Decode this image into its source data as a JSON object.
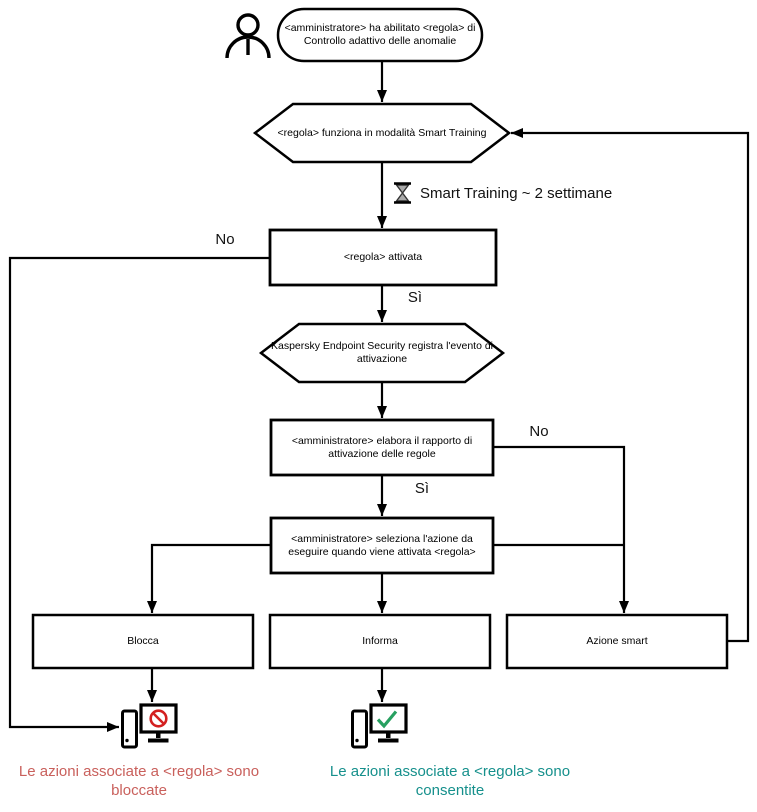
{
  "colors": {
    "line": "#000000",
    "blocked_text": "#c9605c",
    "allowed_text": "#16908c",
    "prohibit": "#d32020",
    "check": "#27a060"
  },
  "nodes": {
    "start": {
      "lines": [
        "<amministratore> ha abilitato <regola> di",
        "Controllo adattivo delle anomalie"
      ]
    },
    "smart_training": {
      "lines": [
        "<regola> funziona in modalità Smart Training"
      ]
    },
    "rule_activated": {
      "lines": [
        "<regola> attivata"
      ]
    },
    "kes_registers": {
      "lines": [
        "Kaspersky Endpoint Security registra l'evento di",
        "attivazione"
      ]
    },
    "admin_report": {
      "lines": [
        "<amministratore> elabora il rapporto di",
        "attivazione delle regole"
      ]
    },
    "admin_selects": {
      "lines": [
        "<amministratore> seleziona l'azione da",
        "eseguire quando viene attivata <regola>"
      ]
    },
    "block": {
      "lines": [
        "Blocca"
      ]
    },
    "inform": {
      "lines": [
        "Informa"
      ]
    },
    "smart_action": {
      "lines": [
        "Azione smart"
      ]
    }
  },
  "labels": {
    "no_left": "No",
    "yes_activation": "Sì",
    "no_report": "No",
    "yes_report": "Sì",
    "training_duration": "Smart Training ~ 2 settimane"
  },
  "outcomes": {
    "blocked": {
      "lines": [
        "Le azioni associate a <regola> sono",
        "bloccate"
      ]
    },
    "allowed": {
      "lines": [
        "Le azioni associate a <regola> sono",
        "consentite"
      ]
    }
  }
}
